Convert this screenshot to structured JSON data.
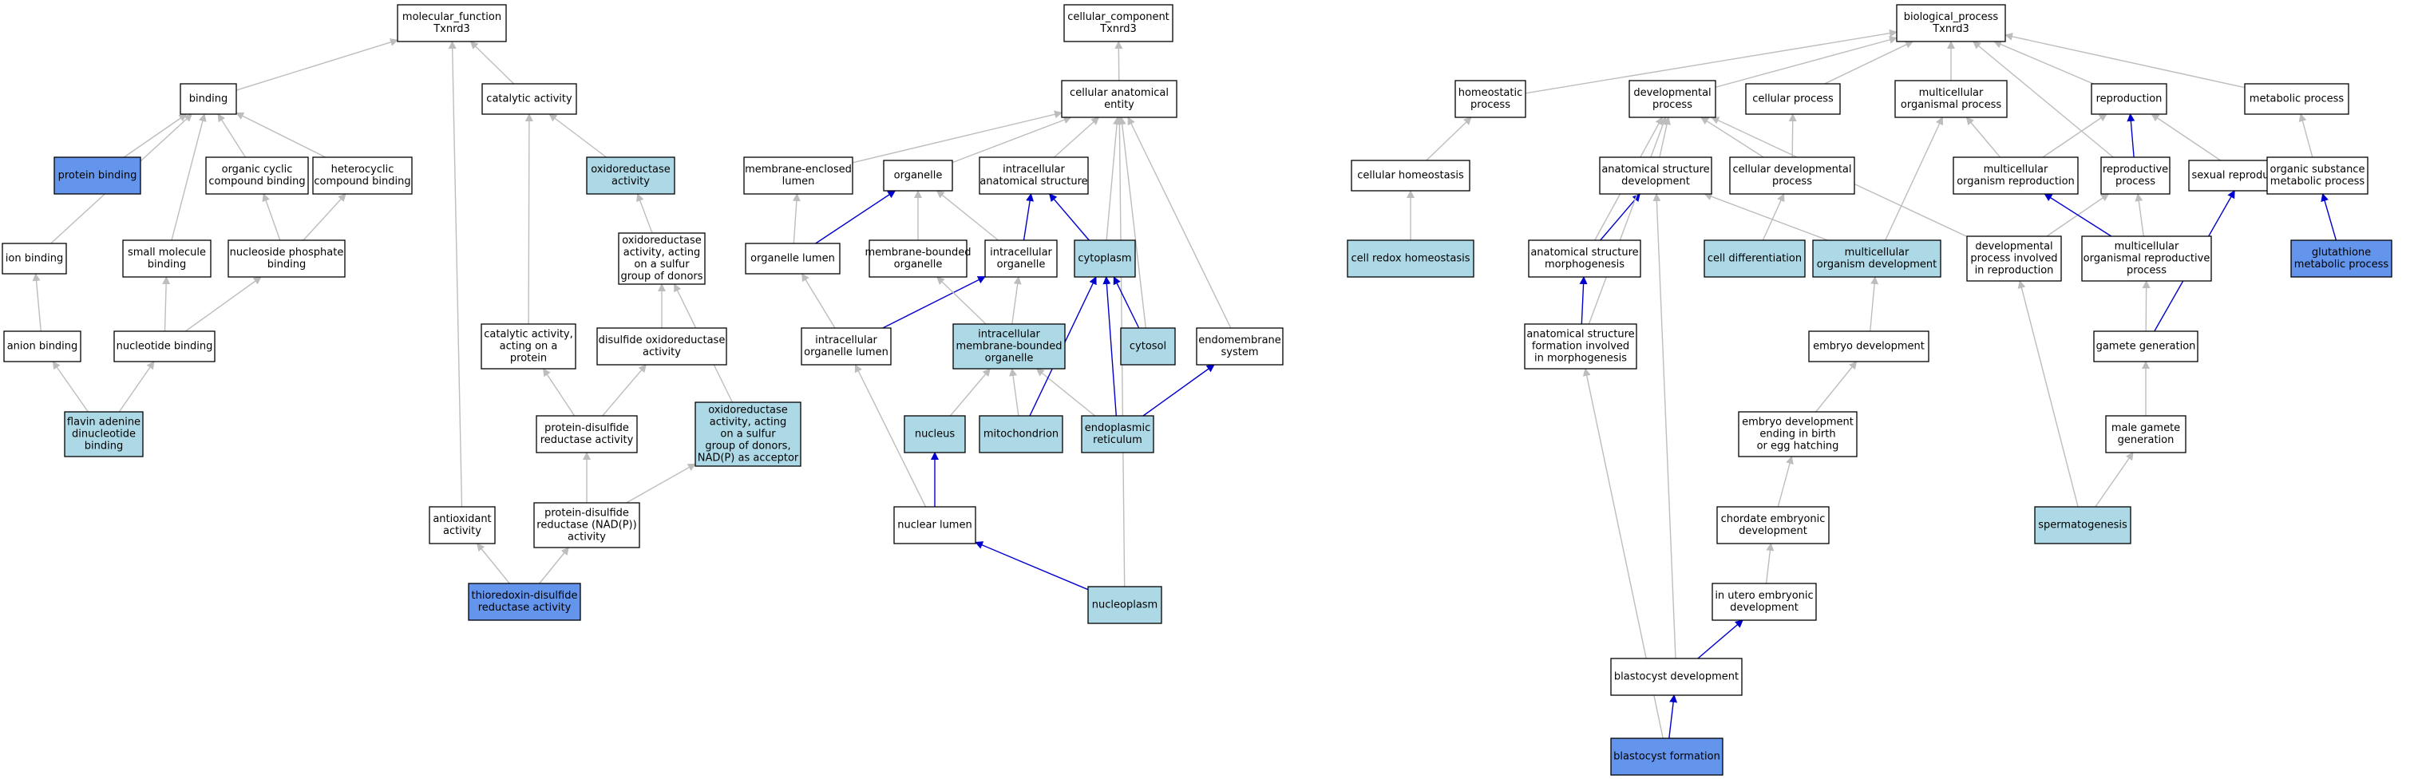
{
  "colors": {
    "white": "#ffffff",
    "light": "#add8e6",
    "blue": "#6495ed",
    "gray_edge": "#bdbdbd",
    "blue_edge": "#0000cd"
  },
  "nodes": [
    {
      "id": "mf",
      "lines": [
        "molecular_function",
        "Txnrd3"
      ],
      "fill": "white"
    },
    {
      "id": "binding",
      "lines": [
        "binding"
      ],
      "fill": "white"
    },
    {
      "id": "catalytic",
      "lines": [
        "catalytic activity"
      ],
      "fill": "white"
    },
    {
      "id": "protbind",
      "lines": [
        "protein binding"
      ],
      "fill": "blue"
    },
    {
      "id": "orgcyc",
      "lines": [
        "organic cyclic",
        "compound binding"
      ],
      "fill": "white"
    },
    {
      "id": "hetcyc",
      "lines": [
        "heterocyclic",
        "compound binding"
      ],
      "fill": "white"
    },
    {
      "id": "oxred",
      "lines": [
        "oxidoreductase",
        "activity"
      ],
      "fill": "light"
    },
    {
      "id": "ionbind",
      "lines": [
        "ion binding"
      ],
      "fill": "white"
    },
    {
      "id": "smallmol",
      "lines": [
        "small molecule",
        "binding"
      ],
      "fill": "white"
    },
    {
      "id": "nucphos",
      "lines": [
        "nucleoside phosphate",
        "binding"
      ],
      "fill": "white"
    },
    {
      "id": "oxsulfur",
      "lines": [
        "oxidoreductase",
        "activity, acting",
        "on a sulfur",
        "group of donors"
      ],
      "fill": "white"
    },
    {
      "id": "anion",
      "lines": [
        "anion binding"
      ],
      "fill": "white"
    },
    {
      "id": "nucbind",
      "lines": [
        "nucleotide binding"
      ],
      "fill": "white"
    },
    {
      "id": "catprot",
      "lines": [
        "catalytic activity,",
        "acting on a",
        "protein"
      ],
      "fill": "white"
    },
    {
      "id": "disulf",
      "lines": [
        "disulfide oxidoreductase",
        "activity"
      ],
      "fill": "white"
    },
    {
      "id": "oxnadp",
      "lines": [
        "oxidoreductase",
        "activity, acting",
        "on a sulfur",
        "group of donors,",
        "NAD(P) as acceptor"
      ],
      "fill": "light"
    },
    {
      "id": "fad",
      "lines": [
        "flavin adenine",
        "dinucleotide",
        "binding"
      ],
      "fill": "light"
    },
    {
      "id": "protdis",
      "lines": [
        "protein-disulfide",
        "reductase activity"
      ],
      "fill": "white"
    },
    {
      "id": "antiox",
      "lines": [
        "antioxidant",
        "activity"
      ],
      "fill": "white"
    },
    {
      "id": "protdisnadp",
      "lines": [
        "protein-disulfide",
        "reductase (NAD(P))",
        "activity"
      ],
      "fill": "white"
    },
    {
      "id": "thio",
      "lines": [
        "thioredoxin-disulfide",
        "reductase activity"
      ],
      "fill": "blue"
    },
    {
      "id": "cc",
      "lines": [
        "cellular_component",
        "Txnrd3"
      ],
      "fill": "white"
    },
    {
      "id": "cae",
      "lines": [
        "cellular anatomical",
        "entity"
      ],
      "fill": "white"
    },
    {
      "id": "memlumen",
      "lines": [
        "membrane-enclosed",
        "lumen"
      ],
      "fill": "white"
    },
    {
      "id": "organelle",
      "lines": [
        "organelle"
      ],
      "fill": "white"
    },
    {
      "id": "intraanat",
      "lines": [
        "intracellular",
        "anatomical structure"
      ],
      "fill": "white"
    },
    {
      "id": "orglumen",
      "lines": [
        "organelle lumen"
      ],
      "fill": "white"
    },
    {
      "id": "membbound",
      "lines": [
        "membrane-bounded",
        "organelle"
      ],
      "fill": "white"
    },
    {
      "id": "intraorg",
      "lines": [
        "intracellular",
        "organelle"
      ],
      "fill": "white"
    },
    {
      "id": "cytoplasm",
      "lines": [
        "cytoplasm"
      ],
      "fill": "light"
    },
    {
      "id": "intraorglumen",
      "lines": [
        "intracellular",
        "organelle lumen"
      ],
      "fill": "white"
    },
    {
      "id": "intramemb",
      "lines": [
        "intracellular",
        "membrane-bounded",
        "organelle"
      ],
      "fill": "light"
    },
    {
      "id": "cytosol",
      "lines": [
        "cytosol"
      ],
      "fill": "light"
    },
    {
      "id": "endomem",
      "lines": [
        "endomembrane",
        "system"
      ],
      "fill": "white"
    },
    {
      "id": "nucleus",
      "lines": [
        "nucleus"
      ],
      "fill": "light"
    },
    {
      "id": "mito",
      "lines": [
        "mitochondrion"
      ],
      "fill": "light"
    },
    {
      "id": "er",
      "lines": [
        "endoplasmic",
        "reticulum"
      ],
      "fill": "light"
    },
    {
      "id": "nuclumen",
      "lines": [
        "nuclear lumen"
      ],
      "fill": "white"
    },
    {
      "id": "nucleoplasm",
      "lines": [
        "nucleoplasm"
      ],
      "fill": "light"
    },
    {
      "id": "bp",
      "lines": [
        "biological_process",
        "Txnrd3"
      ],
      "fill": "white"
    },
    {
      "id": "homeo",
      "lines": [
        "homeostatic",
        "process"
      ],
      "fill": "white"
    },
    {
      "id": "devproc",
      "lines": [
        "developmental",
        "process"
      ],
      "fill": "white"
    },
    {
      "id": "cellproc",
      "lines": [
        "cellular process"
      ],
      "fill": "white"
    },
    {
      "id": "multiorg",
      "lines": [
        "multicellular",
        "organismal process"
      ],
      "fill": "white"
    },
    {
      "id": "repro",
      "lines": [
        "reproduction"
      ],
      "fill": "white"
    },
    {
      "id": "metab",
      "lines": [
        "metabolic process"
      ],
      "fill": "white"
    },
    {
      "id": "cellhomeo",
      "lines": [
        "cellular homeostasis"
      ],
      "fill": "white"
    },
    {
      "id": "anatdev",
      "lines": [
        "anatomical structure",
        "development"
      ],
      "fill": "white"
    },
    {
      "id": "celldevproc",
      "lines": [
        "cellular developmental",
        "process"
      ],
      "fill": "white"
    },
    {
      "id": "multirepro",
      "lines": [
        "multicellular",
        "organism reproduction"
      ],
      "fill": "white"
    },
    {
      "id": "reproproc",
      "lines": [
        "reproductive",
        "process"
      ],
      "fill": "white"
    },
    {
      "id": "sexrepro",
      "lines": [
        "sexual reproduction"
      ],
      "fill": "white"
    },
    {
      "id": "orgsub",
      "lines": [
        "organic substance",
        "metabolic process"
      ],
      "fill": "white"
    },
    {
      "id": "cellredox",
      "lines": [
        "cell redox homeostasis"
      ],
      "fill": "light"
    },
    {
      "id": "anatmorph",
      "lines": [
        "anatomical structure",
        "morphogenesis"
      ],
      "fill": "white"
    },
    {
      "id": "celldiff",
      "lines": [
        "cell differentiation"
      ],
      "fill": "light"
    },
    {
      "id": "multidev",
      "lines": [
        "multicellular",
        "organism development"
      ],
      "fill": "light"
    },
    {
      "id": "devrepro",
      "lines": [
        "developmental",
        "process involved",
        "in reproduction"
      ],
      "fill": "white"
    },
    {
      "id": "multireproproc",
      "lines": [
        "multicellular",
        "organismal reproductive",
        "process"
      ],
      "fill": "white"
    },
    {
      "id": "glut",
      "lines": [
        "glutathione",
        "metabolic process"
      ],
      "fill": "blue"
    },
    {
      "id": "anatform",
      "lines": [
        "anatomical structure",
        "formation involved",
        "in morphogenesis"
      ],
      "fill": "white"
    },
    {
      "id": "embryodev",
      "lines": [
        "embryo development"
      ],
      "fill": "white"
    },
    {
      "id": "gamete",
      "lines": [
        "gamete generation"
      ],
      "fill": "white"
    },
    {
      "id": "embryobirth",
      "lines": [
        "embryo development",
        "ending in birth",
        "or egg hatching"
      ],
      "fill": "white"
    },
    {
      "id": "malegamete",
      "lines": [
        "male gamete",
        "generation"
      ],
      "fill": "white"
    },
    {
      "id": "chordate",
      "lines": [
        "chordate embryonic",
        "development"
      ],
      "fill": "white"
    },
    {
      "id": "spermato",
      "lines": [
        "spermatogenesis"
      ],
      "fill": "light"
    },
    {
      "id": "inutero",
      "lines": [
        "in utero embryonic",
        "development"
      ],
      "fill": "white"
    },
    {
      "id": "blastdev",
      "lines": [
        "blastocyst development"
      ],
      "fill": "white"
    },
    {
      "id": "blastform",
      "lines": [
        "blastocyst formation"
      ],
      "fill": "blue"
    }
  ],
  "edges": [
    [
      "binding",
      "mf",
      "gray"
    ],
    [
      "catalytic",
      "mf",
      "gray"
    ],
    [
      "antiox",
      "mf",
      "gray"
    ],
    [
      "protbind",
      "binding",
      "gray"
    ],
    [
      "orgcyc",
      "binding",
      "gray"
    ],
    [
      "hetcyc",
      "binding",
      "gray"
    ],
    [
      "ionbind",
      "binding",
      "gray"
    ],
    [
      "smallmol",
      "binding",
      "gray"
    ],
    [
      "oxred",
      "catalytic",
      "gray"
    ],
    [
      "catprot",
      "catalytic",
      "gray"
    ],
    [
      "nucphos",
      "orgcyc",
      "gray"
    ],
    [
      "nucphos",
      "hetcyc",
      "gray"
    ],
    [
      "oxsulfur",
      "oxred",
      "gray"
    ],
    [
      "anion",
      "ionbind",
      "gray"
    ],
    [
      "nucbind",
      "smallmol",
      "gray"
    ],
    [
      "nucbind",
      "nucphos",
      "gray"
    ],
    [
      "disulf",
      "oxsulfur",
      "gray"
    ],
    [
      "oxnadp",
      "oxsulfur",
      "gray"
    ],
    [
      "fad",
      "anion",
      "gray"
    ],
    [
      "fad",
      "nucbind",
      "gray"
    ],
    [
      "protdis",
      "catprot",
      "gray"
    ],
    [
      "protdis",
      "disulf",
      "gray"
    ],
    [
      "protdisnadp",
      "protdis",
      "gray"
    ],
    [
      "protdisnadp",
      "oxnadp",
      "gray"
    ],
    [
      "thio",
      "antiox",
      "gray"
    ],
    [
      "thio",
      "protdisnadp",
      "gray"
    ],
    [
      "cae",
      "cc",
      "gray"
    ],
    [
      "memlumen",
      "cae",
      "gray"
    ],
    [
      "organelle",
      "cae",
      "gray"
    ],
    [
      "intraanat",
      "cae",
      "gray"
    ],
    [
      "cytoplasm",
      "cae",
      "gray"
    ],
    [
      "cytosol",
      "cae",
      "gray"
    ],
    [
      "endomem",
      "cae",
      "gray"
    ],
    [
      "nucleoplasm",
      "cae",
      "gray"
    ],
    [
      "orglumen",
      "memlumen",
      "gray"
    ],
    [
      "orglumen",
      "organelle",
      "blue"
    ],
    [
      "membbound",
      "organelle",
      "gray"
    ],
    [
      "intraorg",
      "organelle",
      "gray"
    ],
    [
      "intraorg",
      "intraanat",
      "blue"
    ],
    [
      "cytoplasm",
      "intraanat",
      "blue"
    ],
    [
      "intraorglumen",
      "orglumen",
      "gray"
    ],
    [
      "intraorglumen",
      "intraorg",
      "blue"
    ],
    [
      "intramemb",
      "membbound",
      "gray"
    ],
    [
      "intramemb",
      "intraorg",
      "gray"
    ],
    [
      "cytosol",
      "cytoplasm",
      "blue"
    ],
    [
      "nucleus",
      "intramemb",
      "gray"
    ],
    [
      "mito",
      "intramemb",
      "gray"
    ],
    [
      "er",
      "intramemb",
      "gray"
    ],
    [
      "mito",
      "cytoplasm",
      "blue"
    ],
    [
      "er",
      "cytoplasm",
      "blue"
    ],
    [
      "er",
      "endomem",
      "blue"
    ],
    [
      "nuclumen",
      "nucleus",
      "blue"
    ],
    [
      "nuclumen",
      "intraorglumen",
      "gray"
    ],
    [
      "nucleoplasm",
      "nuclumen",
      "blue"
    ],
    [
      "homeo",
      "bp",
      "gray"
    ],
    [
      "devproc",
      "bp",
      "gray"
    ],
    [
      "cellproc",
      "bp",
      "gray"
    ],
    [
      "multiorg",
      "bp",
      "gray"
    ],
    [
      "repro",
      "bp",
      "gray"
    ],
    [
      "metab",
      "bp",
      "gray"
    ],
    [
      "reproproc",
      "bp",
      "gray"
    ],
    [
      "cellhomeo",
      "homeo",
      "gray"
    ],
    [
      "anatdev",
      "devproc",
      "gray"
    ],
    [
      "celldevproc",
      "devproc",
      "gray"
    ],
    [
      "celldevproc",
      "cellproc",
      "gray"
    ],
    [
      "multirepro",
      "multiorg",
      "gray"
    ],
    [
      "multirepro",
      "repro",
      "gray"
    ],
    [
      "reproproc",
      "repro",
      "blue"
    ],
    [
      "sexrepro",
      "repro",
      "gray"
    ],
    [
      "orgsub",
      "metab",
      "gray"
    ],
    [
      "cellredox",
      "cellhomeo",
      "gray"
    ],
    [
      "anatmorph",
      "anatdev",
      "blue"
    ],
    [
      "anatmorph",
      "devproc",
      "gray"
    ],
    [
      "celldiff",
      "celldevproc",
      "gray"
    ],
    [
      "multidev",
      "anatdev",
      "gray"
    ],
    [
      "multidev",
      "multiorg",
      "gray"
    ],
    [
      "devrepro",
      "devproc",
      "gray"
    ],
    [
      "devrepro",
      "reproproc",
      "gray"
    ],
    [
      "multireproproc",
      "multirepro",
      "blue"
    ],
    [
      "multireproproc",
      "reproproc",
      "gray"
    ],
    [
      "glut",
      "orgsub",
      "blue"
    ],
    [
      "anatform",
      "anatmorph",
      "blue"
    ],
    [
      "anatform",
      "devproc",
      "gray"
    ],
    [
      "embryodev",
      "multidev",
      "gray"
    ],
    [
      "gamete",
      "multireproproc",
      "gray"
    ],
    [
      "gamete",
      "sexrepro",
      "blue"
    ],
    [
      "embryobirth",
      "embryodev",
      "gray"
    ],
    [
      "malegamete",
      "gamete",
      "gray"
    ],
    [
      "chordate",
      "embryobirth",
      "gray"
    ],
    [
      "spermato",
      "malegamete",
      "gray"
    ],
    [
      "spermato",
      "devrepro",
      "gray"
    ],
    [
      "inutero",
      "chordate",
      "gray"
    ],
    [
      "blastdev",
      "inutero",
      "blue"
    ],
    [
      "blastdev",
      "anatdev",
      "gray"
    ],
    [
      "blastform",
      "blastdev",
      "blue"
    ],
    [
      "blastform",
      "anatform",
      "gray"
    ]
  ]
}
